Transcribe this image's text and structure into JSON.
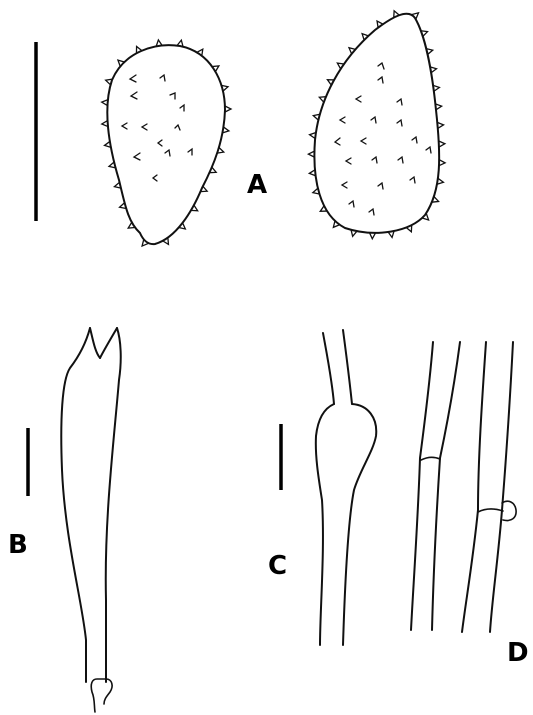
{
  "figure": {
    "panels": [
      {
        "id": "A",
        "label": "A",
        "subject": "spores"
      },
      {
        "id": "B",
        "label": "B",
        "subject": "basidium"
      },
      {
        "id": "C",
        "label": "C",
        "subject": "cystidium"
      },
      {
        "id": "D",
        "label": "D",
        "subject": "hyphae"
      }
    ]
  }
}
